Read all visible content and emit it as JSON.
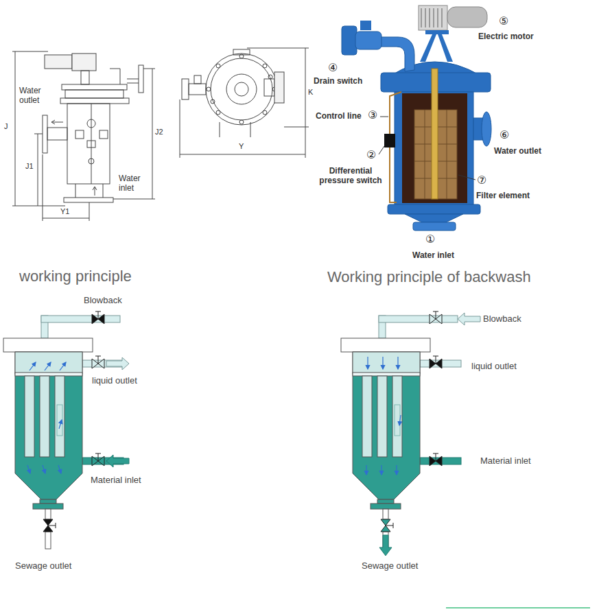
{
  "diagram": {
    "labels": [
      "J",
      "Water outlet",
      "J1",
      "J2",
      "Water inlet",
      "Y1",
      "K",
      "Y",
      "⑤",
      "Electric motor",
      "④",
      "Drain switch",
      "Control line",
      "③",
      "②",
      "Differential pressure switch",
      "⑥",
      "Water outlet",
      "⑦",
      "Filter element",
      "①",
      "Water inlet",
      "working principle",
      "Working principle of backwash",
      "Blowback",
      "liquid outlet",
      "Material inlet",
      "Sewage outlet",
      "Blowback",
      "liquid outlet",
      "Material inlet",
      "Sewage outlet"
    ]
  }
}
